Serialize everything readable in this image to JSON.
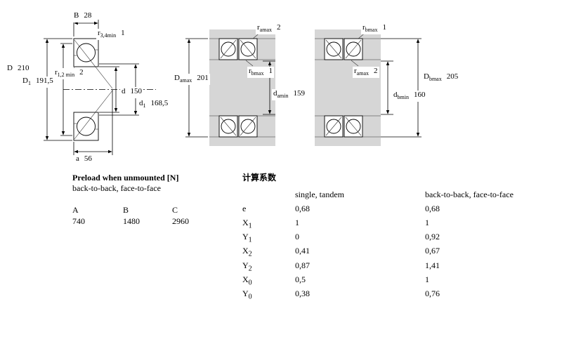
{
  "single": {
    "B": {
      "base": "B",
      "sub": "",
      "value": "28"
    },
    "r34": {
      "base": "r",
      "sub": "3,4min",
      "value": "1"
    },
    "D": {
      "base": "D",
      "sub": "",
      "value": "210"
    },
    "r12": {
      "base": "r",
      "sub": "1,2 min",
      "value": "2"
    },
    "D1": {
      "base": "D",
      "sub": "1",
      "value": "191,5"
    },
    "d": {
      "base": "d",
      "sub": "",
      "value": "150"
    },
    "d1": {
      "base": "d",
      "sub": "1",
      "value": "168,5"
    },
    "a": {
      "base": "a",
      "sub": "",
      "value": "56"
    }
  },
  "pair_a": {
    "r_top": {
      "base": "r",
      "sub": "amax",
      "value": "2"
    },
    "D_a": {
      "base": "D",
      "sub": "amax",
      "value": "201"
    },
    "r_mid": {
      "base": "r",
      "sub": "bmax",
      "value": "1"
    },
    "d_a": {
      "base": "d",
      "sub": "amin",
      "value": "159"
    }
  },
  "pair_b": {
    "r_top": {
      "base": "r",
      "sub": "bmax",
      "value": "1"
    },
    "r_mid": {
      "base": "r",
      "sub": "amax",
      "value": "2"
    },
    "D_b": {
      "base": "D",
      "sub": "bmax",
      "value": "205"
    },
    "d_b": {
      "base": "d",
      "sub": "bmin",
      "value": "160"
    }
  },
  "preload": {
    "title": "Preload when unmounted [N]",
    "subtitle": "back-to-back, face-to-face",
    "headers": [
      "A",
      "B",
      "C"
    ],
    "values": [
      "740",
      "1480",
      "2960"
    ]
  },
  "factors": {
    "title": "计算系数",
    "col1": "single, tandem",
    "col2": "back-to-back, face-to-face",
    "rows": [
      {
        "base": "e",
        "sub": "",
        "v1": "0,68",
        "v2": "0,68"
      },
      {
        "base": "X",
        "sub": "1",
        "v1": "1",
        "v2": "1"
      },
      {
        "base": "Y",
        "sub": "1",
        "v1": "0",
        "v2": "0,92"
      },
      {
        "base": "X",
        "sub": "2",
        "v1": "0,41",
        "v2": "0,67"
      },
      {
        "base": "Y",
        "sub": "2",
        "v1": "0,87",
        "v2": "1,41"
      },
      {
        "base": "X",
        "sub": "0",
        "v1": "0,5",
        "v2": "1"
      },
      {
        "base": "Y",
        "sub": "0",
        "v1": "0,38",
        "v2": "0,76"
      }
    ]
  }
}
